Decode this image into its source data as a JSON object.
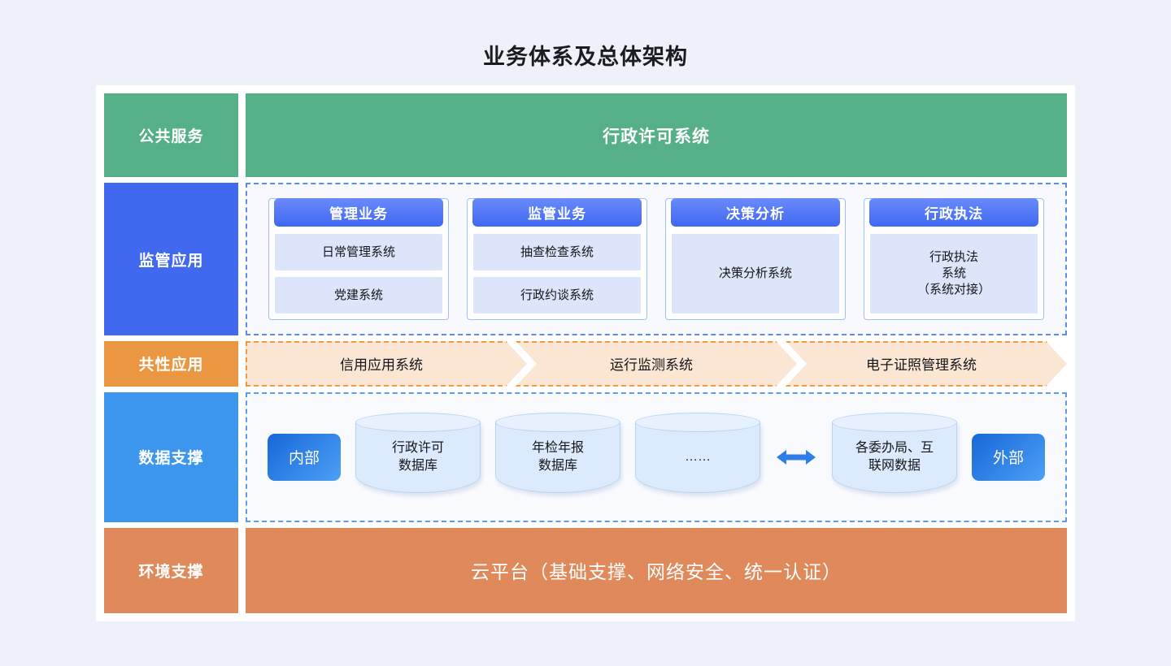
{
  "title": "业务体系及总体架构",
  "layers": [
    {
      "key": "public_service",
      "label": "公共服务",
      "label_color": "#55af87",
      "band_text": "行政许可系统"
    },
    {
      "key": "supervision_app",
      "label": "监管应用",
      "label_color": "#4169ef",
      "cards": [
        {
          "title": "管理业务",
          "items": [
            "日常管理系统",
            "党建系统"
          ]
        },
        {
          "title": "监管业务",
          "items": [
            "抽查检查系统",
            "行政约谈系统"
          ]
        },
        {
          "title": "决策分析",
          "items": [
            "决策分析系统"
          ]
        },
        {
          "title": "行政执法",
          "items": [
            "行政执法\n系统\n（系统对接）"
          ]
        }
      ]
    },
    {
      "key": "common_app",
      "label": "共性应用",
      "label_color": "#eb9641",
      "chevrons": [
        "信用应用系统",
        "运行监测系统",
        "电子证照管理系统"
      ]
    },
    {
      "key": "data_support",
      "label": "数据支撑",
      "label_color": "#3d96ee",
      "left_badge": "内部",
      "right_badge": "外部",
      "databases_left": [
        "行政许可\n数据库",
        "年检年报\n数据库",
        "……"
      ],
      "databases_right": [
        "各委办局、互\n联网数据"
      ],
      "arrow": "double-arrow-icon"
    },
    {
      "key": "environment_support",
      "label": "环境支撑",
      "label_color": "#e08a5c",
      "band_text": "云平台（基础支撑、网络安全、统一认证）"
    }
  ],
  "colors": {
    "page_background": "#eef1fa",
    "board_background": "#ffffff",
    "green": "#55af87",
    "blue": "#4169ef",
    "light_blue": "#3d96ee",
    "orange": "#eb9641",
    "salmon": "#e08a5c",
    "card_item": "#dde5fa",
    "chevron_fill": "#fbe6d3",
    "chevron_border": "#f0993f",
    "cylinder_fill": "#dbeafc",
    "arrow": "#2f7ee8"
  }
}
